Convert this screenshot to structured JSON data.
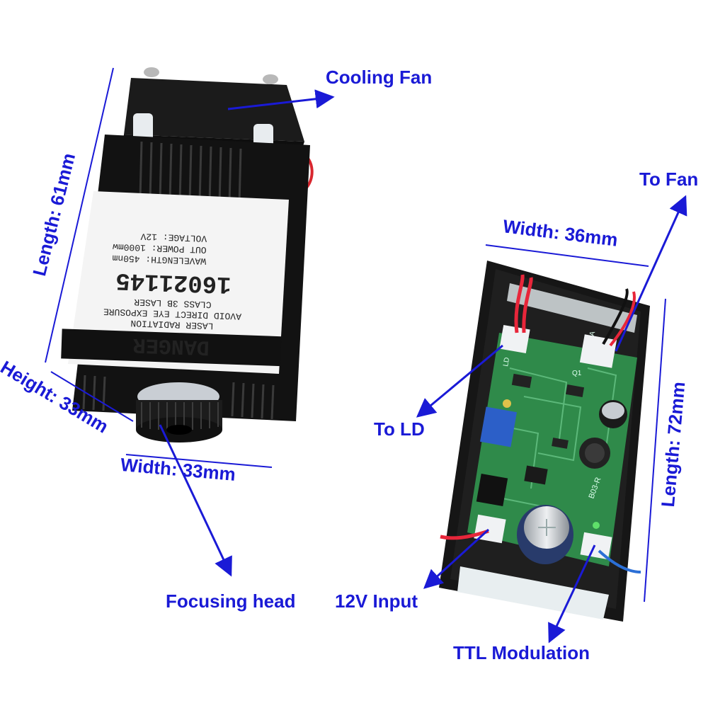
{
  "labels": {
    "cooling_fan": "Cooling Fan",
    "length_61": "Length: 61mm",
    "height_33": "Height: 33mm",
    "width_33": "Width: 33mm",
    "focusing_head": "Focusing head",
    "to_fan": "To Fan",
    "width_36": "Width: 36mm",
    "to_ld": "To LD",
    "length_72": "Length: 72mm",
    "input_12v": "12V Input",
    "ttl": "TTL Modulation"
  },
  "sticker": {
    "danger": "DANGER",
    "line1": "LASER RADIATION",
    "line2": "AVOID DIRECT EYE EXPOSURE",
    "line3": "CLASS 3B LASER",
    "serial": "16021145",
    "spec1": "WAVELENGTH:   450nm",
    "spec2": "OUT POWER:   1000mw",
    "spec3": "VOLTAGE:   12V"
  },
  "pcb_labels": {
    "cn2": "CN2FA",
    "q1": "Q1",
    "ld": "LD",
    "b": "B03-R"
  },
  "colors": {
    "annotation": "#1a1ad6",
    "heatsink": "#141414",
    "pcb": "#2f8a4a",
    "wire_red": "#e8263a"
  }
}
